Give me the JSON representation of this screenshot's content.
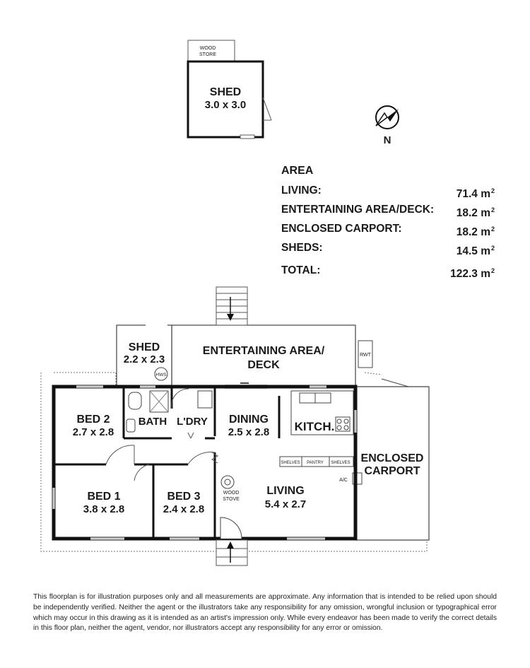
{
  "compass": {
    "label": "N",
    "icon": "compass-arrow-icon"
  },
  "area": {
    "heading": "AREA",
    "rows": [
      {
        "label": "LIVING:",
        "value": "71.4 m",
        "unit_sup": "2"
      },
      {
        "label": "ENTERTAINING AREA/DECK:",
        "value": "18.2 m",
        "unit_sup": "2"
      },
      {
        "label": "ENCLOSED CARPORT:",
        "value": "18.2 m",
        "unit_sup": "2"
      },
      {
        "label": "SHEDS:",
        "value": "14.5 m",
        "unit_sup": "2"
      }
    ],
    "total": {
      "label": "TOTAL:",
      "value": "122.3 m",
      "unit_sup": "2"
    }
  },
  "rooms": {
    "detached_shed": {
      "name": "SHED",
      "size": "3.0 x 3.0"
    },
    "wood_store": {
      "line1": "WOOD",
      "line2": "STORE"
    },
    "shed_small": {
      "name": "SHED",
      "size": "2.2 x 2.3"
    },
    "hws": "HWS",
    "entertaining": {
      "line1": "ENTERTAINING AREA/",
      "line2": "DECK"
    },
    "rwt": "RWT",
    "bed2": {
      "name": "BED 2",
      "size": "2.7 x 2.8"
    },
    "bath": "BATH",
    "laundry": "L'DRY",
    "dining": {
      "name": "DINING",
      "size": "2.5 x 2.8"
    },
    "kitchen": "KITCH.",
    "shelves_left": "SHELVES",
    "pantry": "PANTRY",
    "shelves_right": "SHELVES",
    "ac": "A/C",
    "enclosed_carport": {
      "line1": "ENCLOSED",
      "line2": "CARPORT"
    },
    "bed1": {
      "name": "BED 1",
      "size": "3.8 x 2.8"
    },
    "bed3": {
      "name": "BED 3",
      "size": "2.4 x 2.8"
    },
    "wood_stove": {
      "line1": "WOOD",
      "line2": "STOVE"
    },
    "living": {
      "name": "LIVING",
      "size": "5.4 x 2.7"
    }
  },
  "disclaimer": "This floorplan is for illustration purposes only and all measurements are approximate. Any information that is intended to be relied upon should be independently verified. Neither the agent or the illustrators take any responsibility for any omission, wrongful inclusion or typographical error which may occur in this drawing as it is intended as an artist's impression only. While every endeavor has been made to verify the correct details in this floor plan, neither the agent, vendor, nor illustrators accept any responsibility for any error or omission."
}
